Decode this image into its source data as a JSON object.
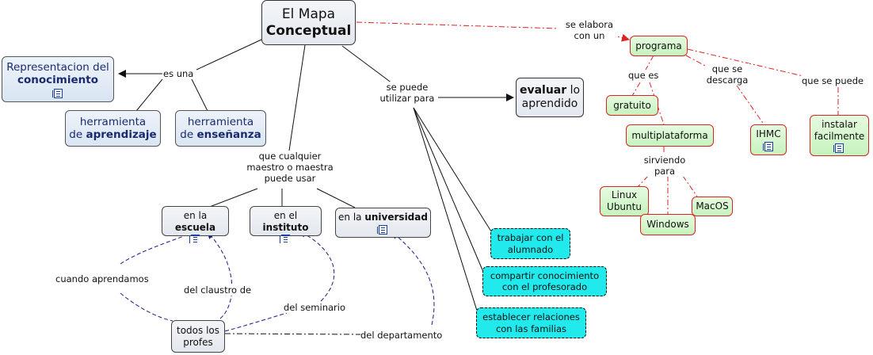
{
  "nodes": {
    "main": {
      "line1": "El Mapa",
      "line2": "Conceptual"
    },
    "representacion": {
      "line1": "Representacion del",
      "line2": "conocimiento"
    },
    "herr_aprendizaje": {
      "line1": "herramienta",
      "pre": "de ",
      "bold": "aprendizaje"
    },
    "herr_ensenanza": {
      "line1": "herramienta",
      "pre": "de ",
      "bold": "enseñanza"
    },
    "escuela": {
      "pre": "en la ",
      "bold": "escuela"
    },
    "instituto": {
      "pre": "en el ",
      "bold": "instituto"
    },
    "universidad": {
      "pre": "en la ",
      "bold": "universidad"
    },
    "todos_profes": {
      "line1": "todos los",
      "line2": "profes"
    },
    "evaluar": {
      "bold": "evaluar",
      "post": " lo",
      "line2": "aprendido"
    },
    "trabajar": {
      "line1": "trabajar con el",
      "line2": "alumnado"
    },
    "compartir": {
      "line1": "compartir conocimiento",
      "line2": "con el profesorado"
    },
    "establecer": {
      "line1": "establecer relaciones",
      "line2": "con las familias"
    },
    "programa": {
      "text": "programa"
    },
    "gratuito": {
      "text": "gratuito"
    },
    "multiplataforma": {
      "text": "multiplataforma"
    },
    "ihmc": {
      "text": "IHMC"
    },
    "instalar": {
      "line1": "instalar",
      "line2": "facilmente"
    },
    "linux": {
      "line1": "Linux",
      "line2": "Ubuntu"
    },
    "windows": {
      "text": "Windows"
    },
    "macos": {
      "text": "MacOS"
    }
  },
  "links": {
    "es_una": "es una",
    "que_cualquier": {
      "line1": "que cualquier",
      "line2": "maestro o maestra",
      "line3": "puede usar"
    },
    "se_puede_utilizar": {
      "line1": "se puede",
      "line2": "utilizar para"
    },
    "se_elabora": {
      "line1": "se elabora",
      "line2": "con un"
    },
    "que_es": "que es",
    "que_se_descarga": {
      "line1": "que se",
      "line2": "descarga"
    },
    "que_se_puede": "que se puede",
    "sirviendo_para": {
      "line1": "sirviendo",
      "line2": "para"
    },
    "cuando_aprendamos": "cuando aprendamos",
    "del_claustro": "del claustro de",
    "del_seminario": "del seminario",
    "del_departamento": "del departamento"
  },
  "colors": {
    "link_line": "#111111",
    "red_link": "#dd2222",
    "navy_dash": "#1a1a8a",
    "cyan_node": "#22e9ec",
    "green_node": "#c6f2bd"
  },
  "icons": [
    "resource-document-icon",
    "arrow-head-icon"
  ]
}
